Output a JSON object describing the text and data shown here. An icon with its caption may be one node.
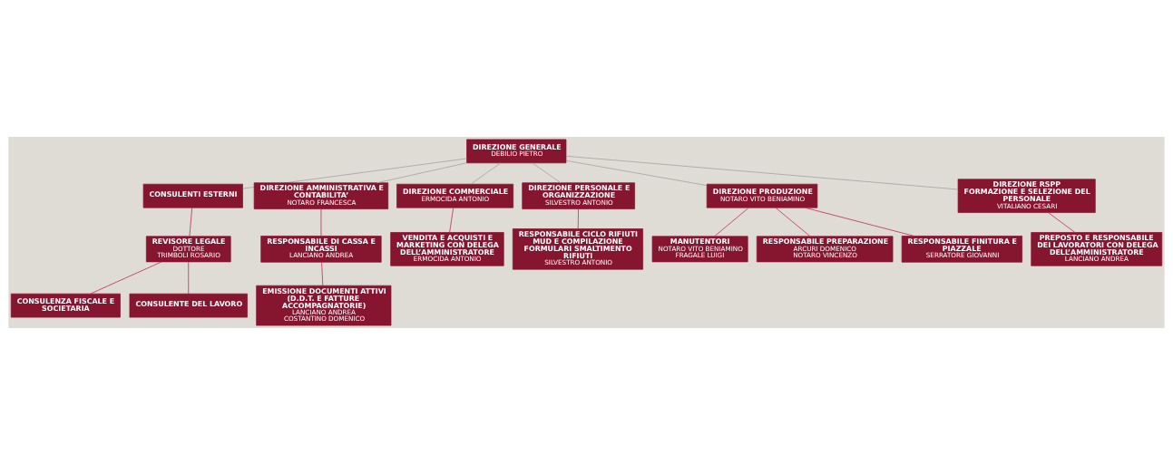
{
  "diagram": {
    "nodes": [
      {
        "text": [
          "DIREZIONE GENERALE",
          "DEBILIO PIETRO"
        ]
      },
      {
        "text": [
          "CONSULENTI ESTERNI"
        ]
      },
      {
        "text": [
          "DIREZIONE AMMINISTRATIVA E CONTABILITA’",
          "NOTARO FRANCESCA"
        ]
      },
      {
        "text": [
          "DIREZIONE COMMERCIALE",
          "ERMOCIDA ANTONIO"
        ]
      },
      {
        "text": [
          "DIREZIONE PERSONALE E ORGANIZZAZIONE",
          "SILVESTRO ANTONIO"
        ]
      },
      {
        "text": [
          "DIREZIONE PRODUZIONE",
          "NOTARO VITO BENIAMINO"
        ]
      },
      {
        "text": [
          "DIREZIONE RSPP",
          "FORMAZIONE E SELEZIONE DEL PERSONALE",
          "VITALIANO CESARI"
        ]
      },
      {
        "text": [
          "REVISORE LEGALE",
          "DOTTORE",
          "TRIMBOLI ROSARIO"
        ]
      },
      {
        "text": [
          "RESPONSABILE DI CASSA E INCASSI",
          "LANCIANO ANDREA"
        ]
      },
      {
        "text": [
          "VENDITA E ACQUISTI E MARKETING CON DELEGA DELL’AMMINISTRATORE",
          "ERMOCIDA ANTONIO"
        ]
      },
      {
        "text": [
          "RESPONSABILE CICLO RIFIUTI",
          "MUD E COMPILAZIONE FORMULARI SMALTIMENTO RIFIUTI",
          "SILVESTRO ANTONIO"
        ]
      },
      {
        "text": [
          "PREPOSTO E RESPONSABILE DEI LAVORATORI CON DELEGA DELL’AMMINISTRATORE",
          "LANCIANO ANDREA"
        ]
      },
      {
        "text": [
          "CONSULENZA FISCALE E SOCIETARIA"
        ]
      },
      {
        "text": [
          "CONSULENTE DEL LAVORO"
        ]
      },
      {
        "text": [
          "EMISSIONE DOCUMENTI ATTIVI",
          "(D.D.T. E FATTURE ACCOMPAGNATORIE)",
          "LANCIANO ANDREA",
          "COSTANTINO DOMENICO"
        ]
      },
      {
        "text": [
          "MANUTENTORI",
          "NOTARO VITO BENIAMINO",
          "FRAGALE LUIGI"
        ]
      },
      {
        "text": [
          "RESPONSABILE PREPARAZIONE",
          "ARCURI DOMENICO",
          "NOTARO VINCENZO"
        ]
      },
      {
        "text": [
          "RESPONSABILE FINITURA E PIAZZALE",
          "SERRATORE GIOVANNI"
        ]
      }
    ],
    "edges": [
      {
        "from": 0,
        "to": 1,
        "arrow": "none",
        "color": "#a6a6a6"
      },
      {
        "from": 0,
        "to": 2,
        "arrow": "none",
        "color": "#a6a6a6"
      },
      {
        "from": 0,
        "to": 3,
        "arrow": "none",
        "color": "#a6a6a6"
      },
      {
        "from": 0,
        "to": 4,
        "arrow": "none",
        "color": "#a6a6a6"
      },
      {
        "from": 0,
        "to": 5,
        "arrow": "none",
        "color": "#a6a6a6"
      },
      {
        "from": 0,
        "to": 6,
        "arrow": "none",
        "color": "#a6a6a6"
      },
      {
        "from": 1,
        "to": 7,
        "arrow": "none"
      },
      {
        "from": 2,
        "to": 8,
        "arrow": "none"
      },
      {
        "from": 3,
        "to": 9,
        "arrow": "none"
      },
      {
        "from": 4,
        "to": 10,
        "arrow": "none"
      },
      {
        "from": 6,
        "to": 11,
        "arrow": "none"
      },
      {
        "from": 7,
        "to": 12,
        "arrow": "none"
      },
      {
        "from": 7,
        "to": 13,
        "arrow": "none"
      },
      {
        "from": 8,
        "to": 14,
        "arrow": "none"
      },
      {
        "from": 5,
        "to": 15,
        "arrow": "none"
      },
      {
        "from": 5,
        "to": 16,
        "arrow": "none"
      },
      {
        "from": 5,
        "to": 17,
        "arrow": "none"
      }
    ]
  }
}
